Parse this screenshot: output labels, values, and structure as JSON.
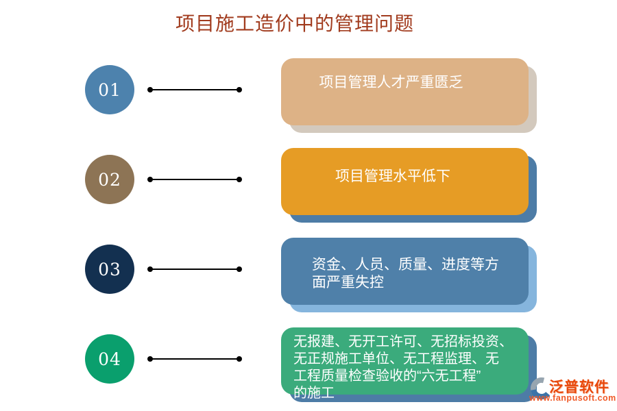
{
  "title": "项目施工造价中的管理问题",
  "rows": [
    {
      "number": "01",
      "text": "项目管理人才严重匮乏",
      "circle_color": "#4d82ad",
      "card_color": "#ddb286",
      "shadow_color": "#d3c9bd"
    },
    {
      "number": "02",
      "text": "项目管理水平低下",
      "circle_color": "#8d7455",
      "card_color": "#e69c25",
      "shadow_color": "#4d7ca6"
    },
    {
      "number": "03",
      "text": "资金、人员、质量、进度等方\n面严重失控",
      "circle_color": "#133050",
      "card_color": "#4f80a9",
      "shadow_color": "#85b5dd"
    },
    {
      "number": "04",
      "text": "无报建、无开工许可、无招标投资、\n无正规施工单位、无工程监理、无\n工程质量检查验收的“六无工程”\n的施工",
      "circle_color": "#0a9f6d",
      "card_color": "#3bab7c",
      "shadow_color": "#4d7ca6"
    }
  ],
  "watermark": {
    "brand": "泛普软件",
    "url": "www.fanpusoft.com",
    "brand_color": "#e8470a",
    "url_color": "#f05a28",
    "logo_gray": "#97a5b0",
    "logo_blue": "#3c73a8"
  },
  "theme": {
    "title_color": "#a13b1e",
    "connector_color": "#000000",
    "background": "#ffffff",
    "card_text_color": "#ffffff"
  }
}
